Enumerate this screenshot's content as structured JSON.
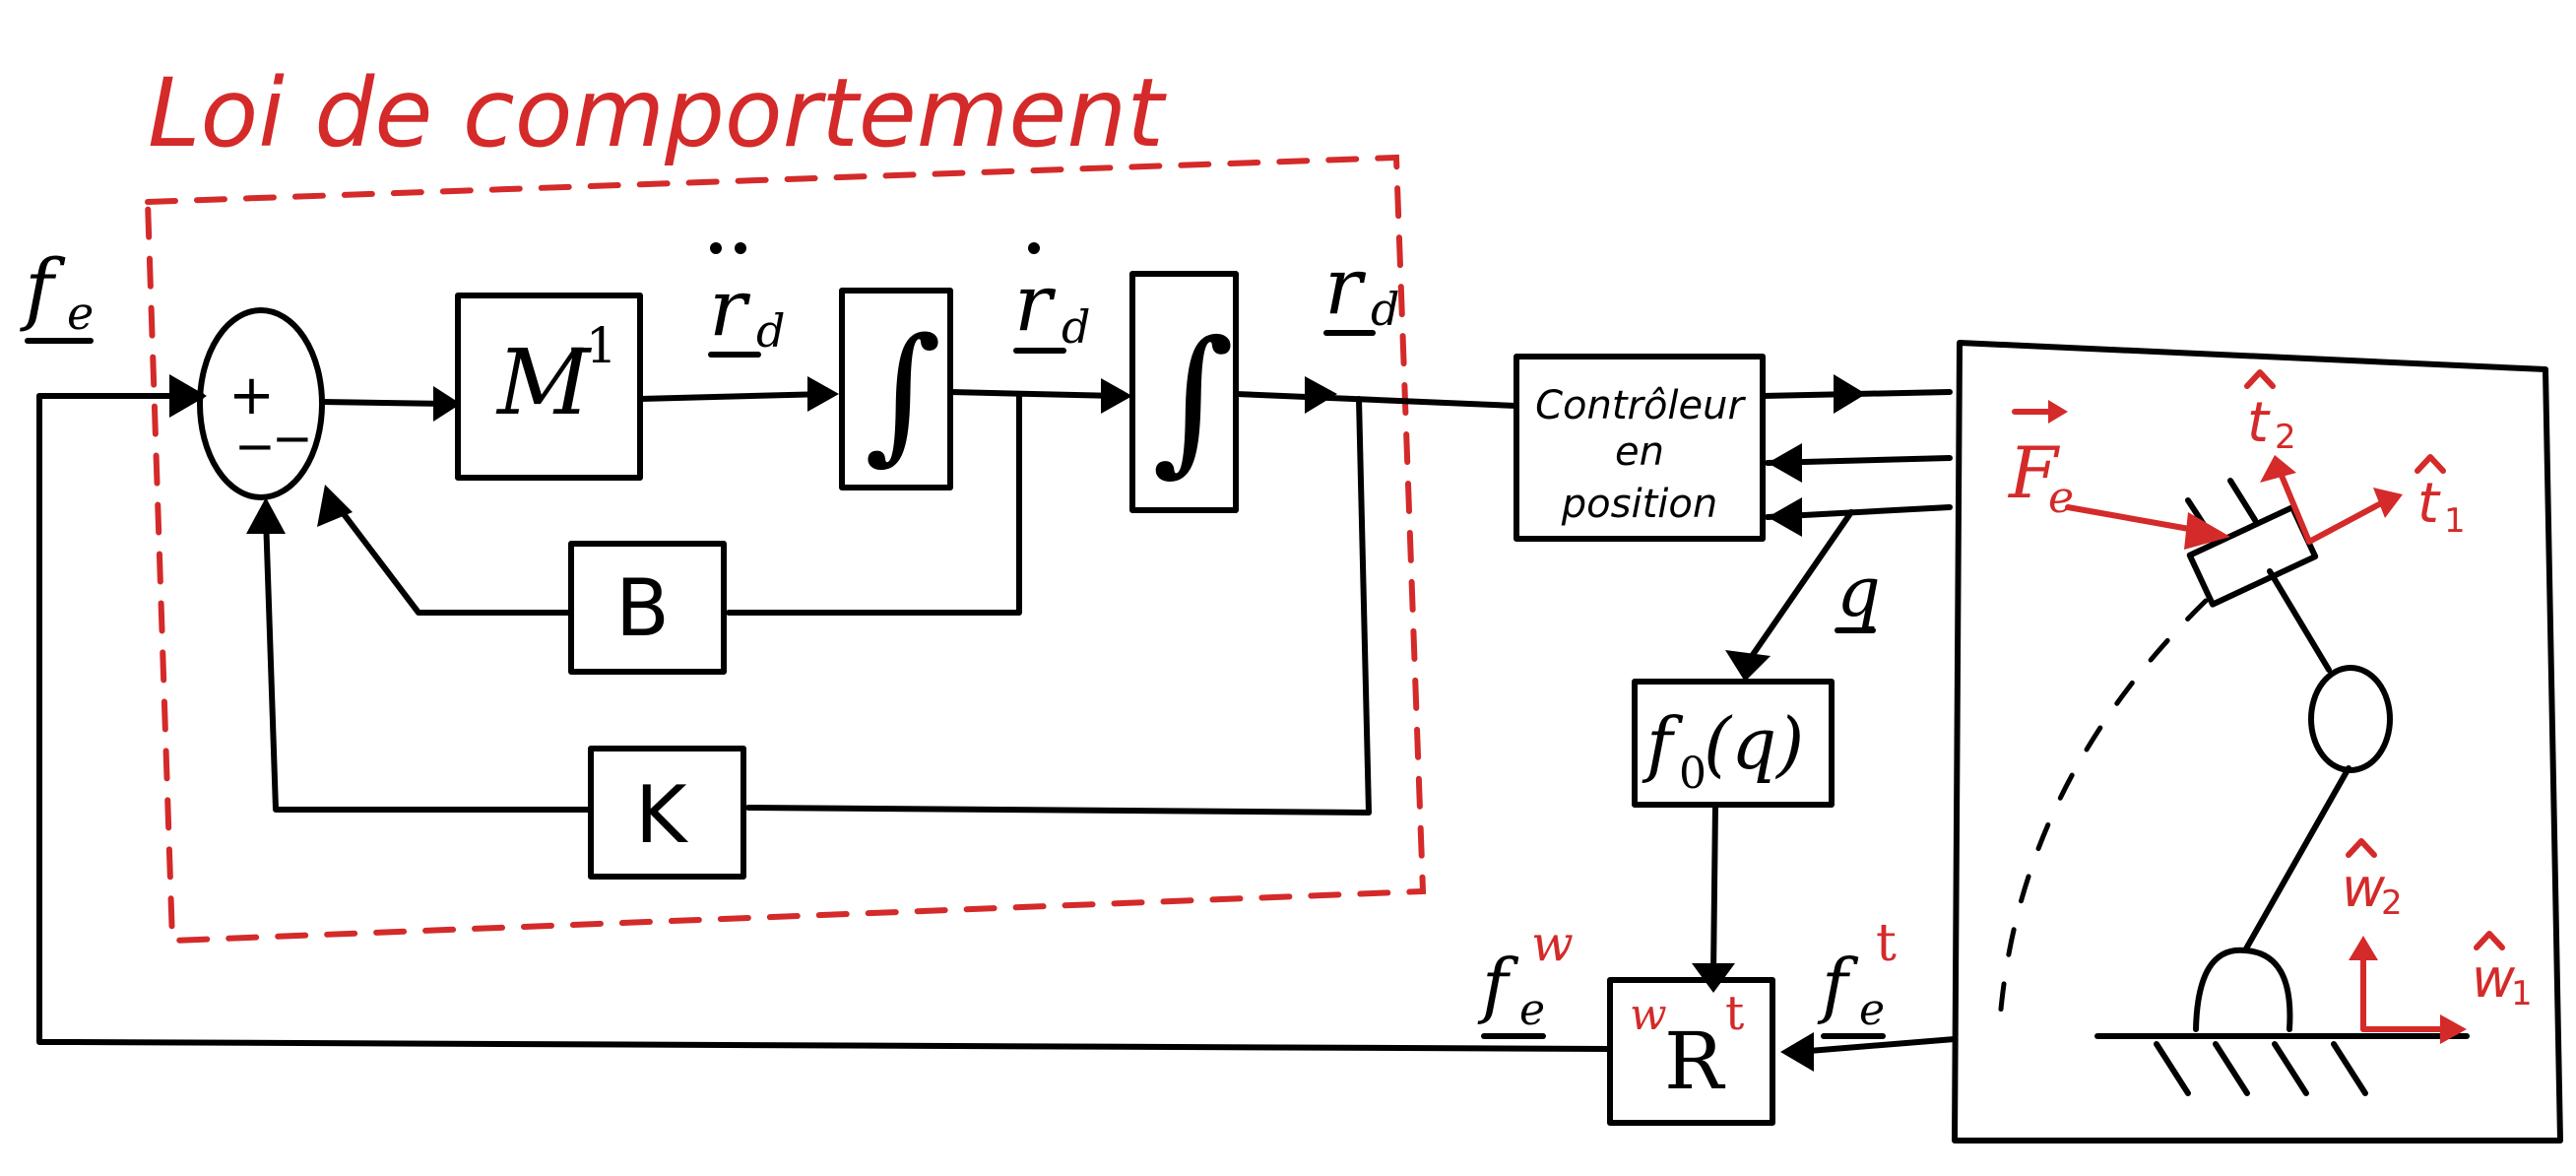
{
  "title": "Loi de comportement",
  "colors": {
    "ink": "#000000",
    "accent": "#d42a2a",
    "background": "#ffffff"
  },
  "signals": {
    "f_e": "f",
    "f_e_sub": "e",
    "r_ddot": "r",
    "r_ddot_sub": "d",
    "r_dot": "r",
    "r_dot_sub": "d",
    "r": "r",
    "r_sub": "d",
    "q": "q",
    "f_e_w": "f",
    "f_e_w_sub": "e",
    "f_e_w_sup": "w",
    "f_e_t": "f",
    "f_e_t_sub": "e",
    "f_e_t_sup": "t"
  },
  "summer": {
    "plus": "+",
    "minus": "−",
    "minus2": "−"
  },
  "blocks": {
    "inverse_mass": "M",
    "inverse_mass_sup": "-1",
    "integrator_1": "∫",
    "integrator_2": "∫",
    "damping": "B",
    "stiffness": "K",
    "controller_line1": "Contrôleur",
    "controller_line2": "en",
    "controller_line3": "position",
    "forward_kin": "f",
    "forward_kin_sub": "0",
    "forward_kin_arg": "(q)",
    "rotation": "R",
    "rotation_sup_left": "w",
    "rotation_sup_right": "t"
  },
  "robot": {
    "force": "F",
    "force_sub": "e",
    "tool_axis_1": "t",
    "tool_axis_1_sub": "1",
    "tool_axis_2": "t",
    "tool_axis_2_sub": "2",
    "world_axis_1": "w",
    "world_axis_1_sub": "1",
    "world_axis_2": "w",
    "world_axis_2_sub": "2"
  }
}
